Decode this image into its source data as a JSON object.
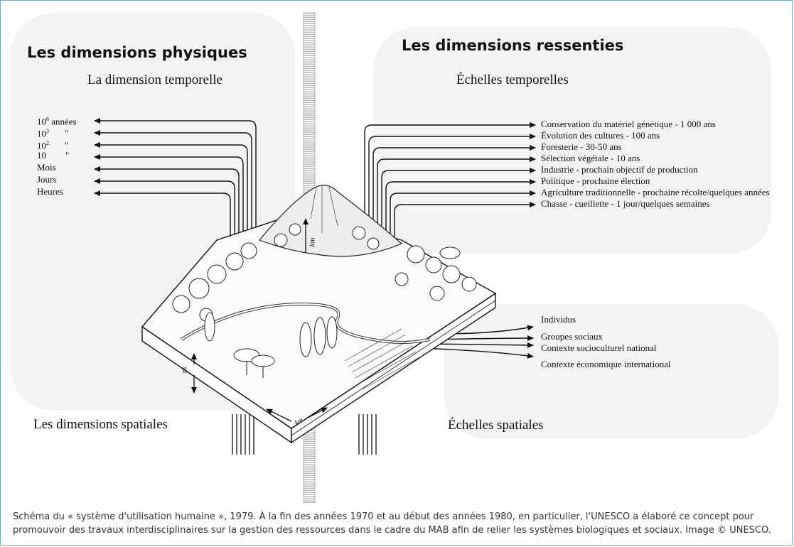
{
  "headings": {
    "physical": "Les dimensions physiques",
    "perceived": "Les dimensions ressenties"
  },
  "subheadings": {
    "temporal_dimension": "La dimension temporelle",
    "temporal_scales": "Échelles temporelles",
    "spatial_dimensions": "Les dimensions spatiales",
    "spatial_scales": "Échelles spatiales"
  },
  "time_left": {
    "y6_base": "10",
    "y6_exp": "6",
    "y6_unit": " années",
    "y3_base": "10",
    "y3_exp": "3",
    "y3_ditto": "\"",
    "y2_base": "10",
    "y2_exp": "2",
    "y2_ditto": "\"",
    "y1": "10",
    "y1_ditto": "\"",
    "months": "Mois",
    "days": "Jours",
    "hours": "Heures"
  },
  "time_right": [
    "Conservation du matériel génétique - 1 000 ans",
    "Évolution des cultures - 100 ans",
    "Foresterie - 30-50 ans",
    "Sélection végétale - 10 ans",
    "Industrie - prochain objectif de production",
    "Politique - prochaine élection",
    "Agriculture traditionnelle - prochaine récolte/quelques années",
    "Chasse - cueillette - 1 jour/quelques semaines"
  ],
  "spatial_right": [
    "Individus",
    "Groupes sociaux",
    "Contexte socioculturel national",
    "Contexte économique international"
  ],
  "axis_labels": {
    "height_unit": "km",
    "depth_unit": "m",
    "width_unit": "km"
  },
  "caption": {
    "line1": "Schéma du « système d'utilisation humaine », 1979. À la fin des années 1970 et au début des années 1980, en particulier, l'UNESCO a élaboré ce concept pour",
    "line2": "promouvoir des travaux interdisciplinaires sur la gestion des ressources dans le cadre du MAB afin de relier les systèmes biologiques et sociaux. Image © UNESCO."
  }
}
